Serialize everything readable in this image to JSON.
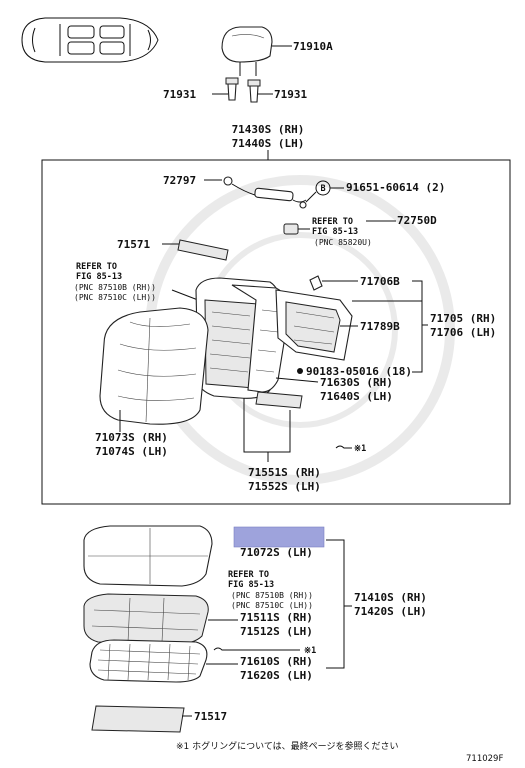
{
  "diagram": {
    "footer_note": "※1 ホグリングについては、最終ページを参照ください",
    "footer_code": "711029F",
    "highlight_color": "#9ea3dc",
    "parts": {
      "p71910A": "71910A",
      "p71931_left": "71931",
      "p71931_right": "71931",
      "p71430S": "71430S (RH)",
      "p71440S": "71440S (LH)",
      "p72797": "72797",
      "p91651": "91651-60614 (2)",
      "b_mark": "B",
      "ref1_line1": "REFER TO",
      "ref1_line2": "FIG 85-13",
      "ref1_pnc": "(PNC 85820U)",
      "p72750D": "72750D",
      "p71571": "71571",
      "ref2_line1": "REFER TO",
      "ref2_line2": "FIG 85-13",
      "ref2_pnc1": "(PNC 87510B (RH))",
      "ref2_pnc2": "(PNC 87510C (LH))",
      "p71706B": "71706B",
      "p71705": "71705 (RH)",
      "p71706": "71706 (LH)",
      "p71789B": "71789B",
      "p90183": "90183-05016 (18)",
      "p71630S": "71630S (RH)",
      "p71640S": "71640S (LH)",
      "p71073S": "71073S (RH)",
      "p71074S": "71074S (LH)",
      "hog_ring_mark": "※1",
      "p71551S": "71551S (RH)",
      "p71552S": "71552S (LH)",
      "p71072S": "71072S (LH)",
      "ref3_line1": "REFER TO",
      "ref3_line2": "FIG 85-13",
      "ref3_pnc1": "(PNC 87510B (RH))",
      "ref3_pnc2": "(PNC 87510C (LH))",
      "p71410S": "71410S (RH)",
      "p71420S": "71420S (LH)",
      "p71511S": "71511S (RH)",
      "p71512S": "71512S (LH)",
      "hog_ring_mark2": "※1",
      "p71610S": "71610S (RH)",
      "p71620S": "71620S (LH)",
      "p71517": "71517"
    }
  }
}
